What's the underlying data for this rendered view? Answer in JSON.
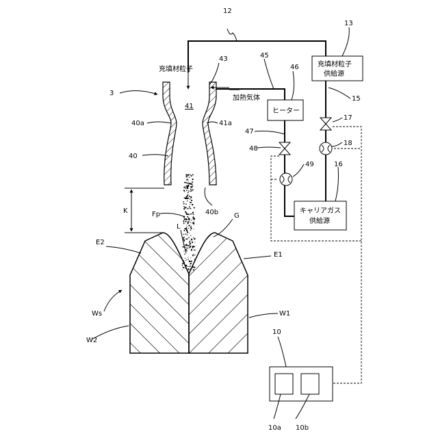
{
  "labels": {
    "filler_particles": "充填材粒子",
    "heated_gas": "加熱気体",
    "heater": "ヒーター",
    "filler_supply_l1": "充填材粒子",
    "filler_supply_l2": "供給源",
    "carrier_l1": "キャリアガス",
    "carrier_l2": "供給源"
  },
  "refs": {
    "r3": "3",
    "r10": "10",
    "r10a": "10a",
    "r10b": "10b",
    "r12": "12",
    "r13": "13",
    "r15": "15",
    "r16": "16",
    "r17": "17",
    "r18": "18",
    "r40": "40",
    "r40a": "40a",
    "r40b": "40b",
    "r41": "41",
    "r41a": "41a",
    "r43": "43",
    "r45": "45",
    "r46": "46",
    "r47": "47",
    "r48": "48",
    "r49": "49",
    "rK": "K",
    "rFp": "Fp",
    "rL": "L",
    "rG": "G",
    "rE1": "E1",
    "rE2": "E2",
    "rWs": "Ws",
    "rW1": "W1",
    "rW2": "W2"
  }
}
